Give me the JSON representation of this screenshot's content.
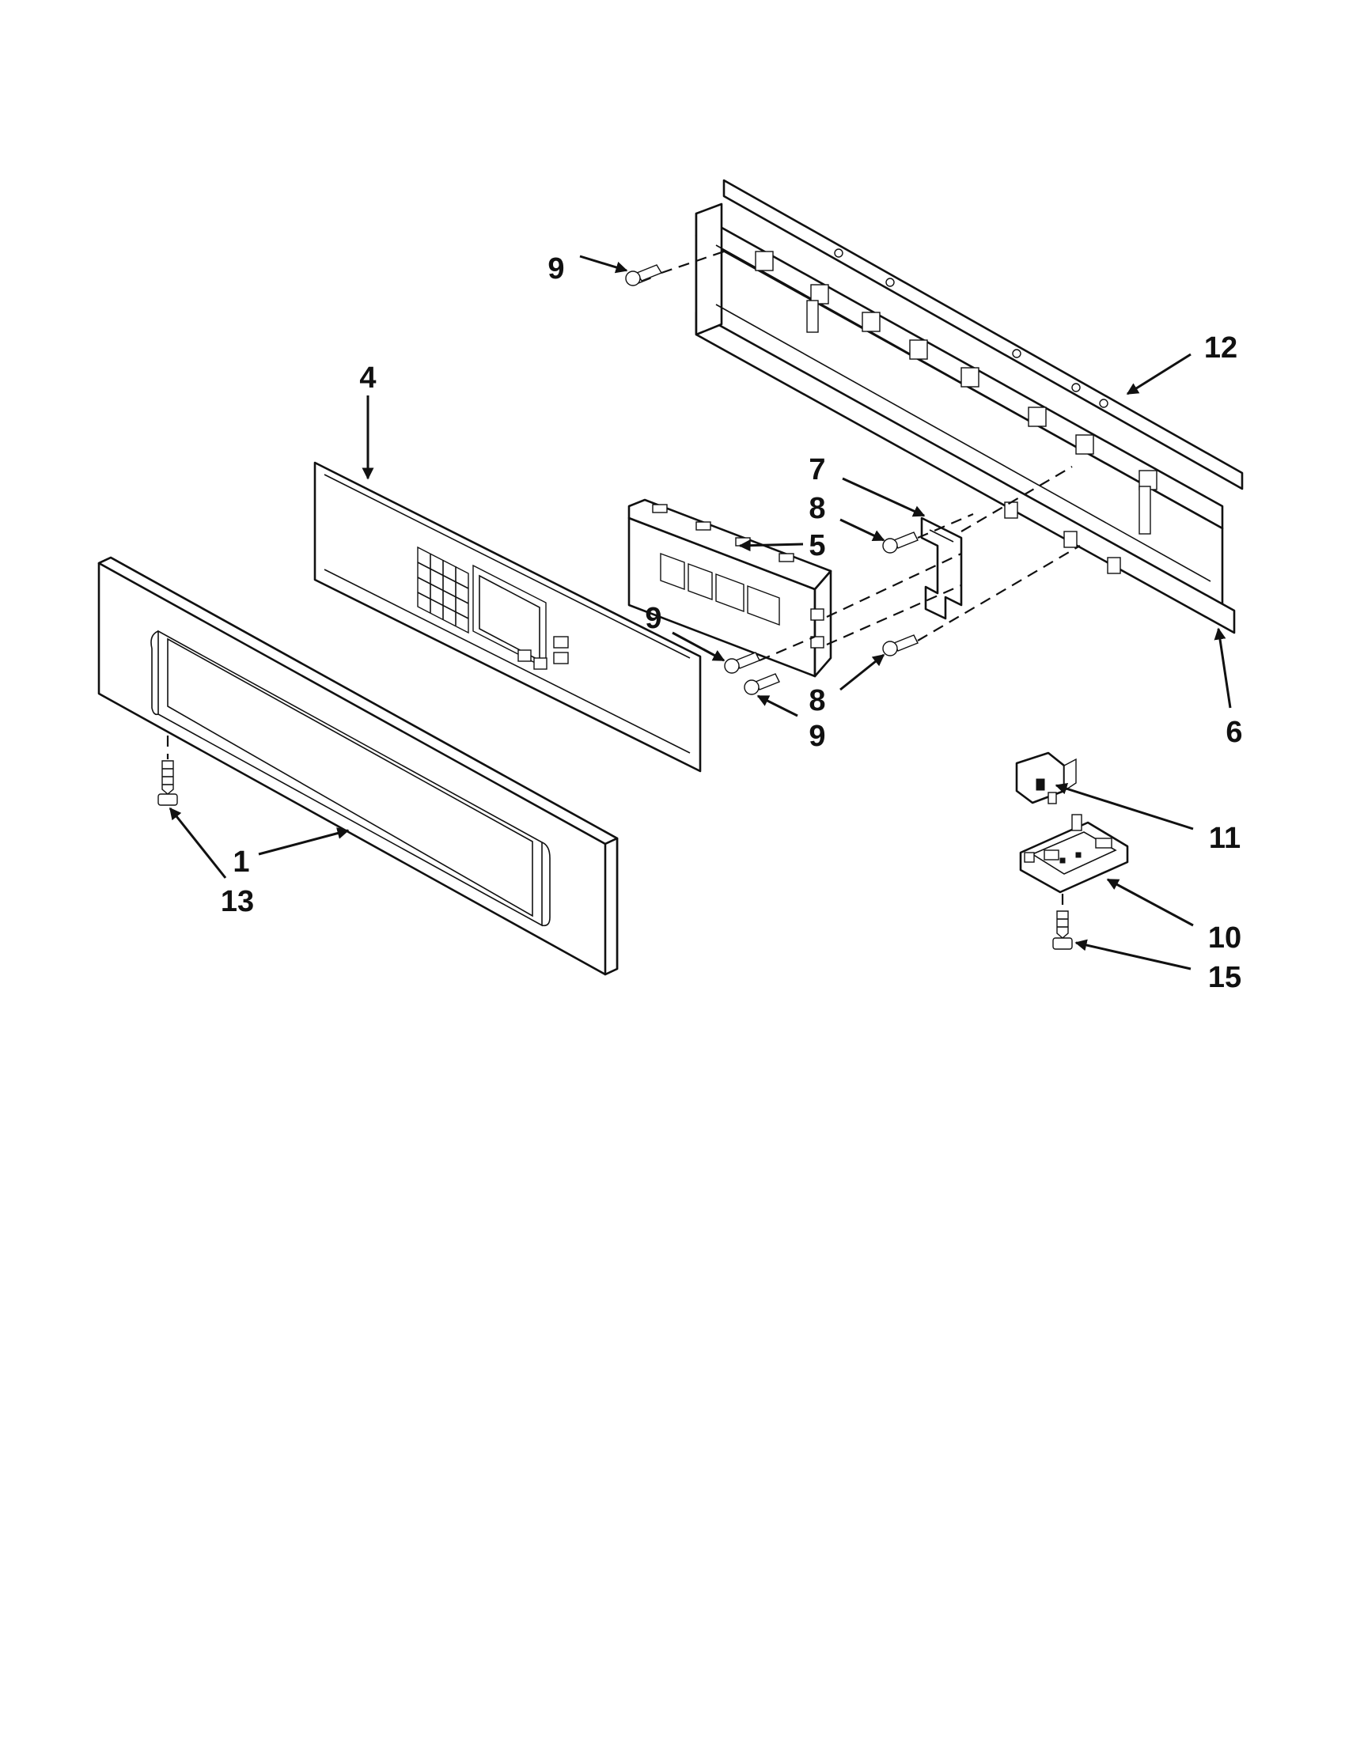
{
  "callouts": [
    {
      "id": "c9a",
      "label": "9"
    },
    {
      "id": "c12",
      "label": "12"
    },
    {
      "id": "c4",
      "label": "4"
    },
    {
      "id": "c7",
      "label": "7"
    },
    {
      "id": "c8a",
      "label": "8"
    },
    {
      "id": "c5",
      "label": "5"
    },
    {
      "id": "c9b",
      "label": "9"
    },
    {
      "id": "c8b",
      "label": "8"
    },
    {
      "id": "c9c",
      "label": "9"
    },
    {
      "id": "c6",
      "label": "6"
    },
    {
      "id": "c11",
      "label": "11"
    },
    {
      "id": "c1",
      "label": "1"
    },
    {
      "id": "c13",
      "label": "13"
    },
    {
      "id": "c10",
      "label": "10"
    },
    {
      "id": "c15",
      "label": "15"
    }
  ]
}
